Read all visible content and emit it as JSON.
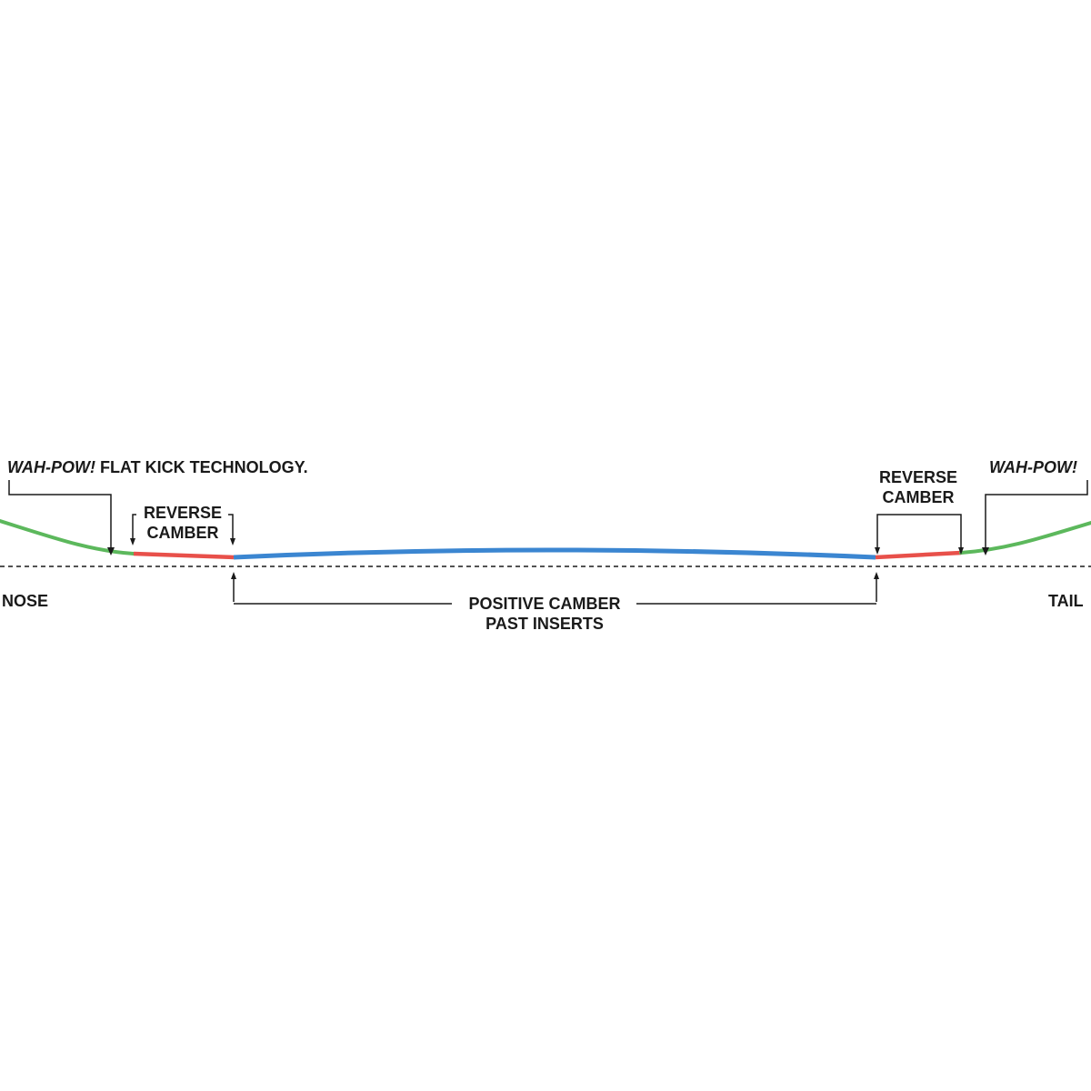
{
  "labels": {
    "wahpow_left_em": "WAH-POW!",
    "wahpow_left_rest": " FLAT KICK TECHNOLOGY.",
    "reverse_left_line1": "REVERSE",
    "reverse_left_line2": "CAMBER",
    "reverse_right_line1": "REVERSE",
    "reverse_right_line2": "CAMBER",
    "wahpow_right": "WAH-POW!",
    "nose": "NOSE",
    "tail": "TAIL",
    "positive_line1": "POSITIVE CAMBER",
    "positive_line2": "PAST INSERTS"
  },
  "colors": {
    "flat_kick": "#5cb85c",
    "reverse_camber": "#e8504a",
    "positive_camber": "#3b86d1",
    "ink": "#1a1a1a"
  }
}
